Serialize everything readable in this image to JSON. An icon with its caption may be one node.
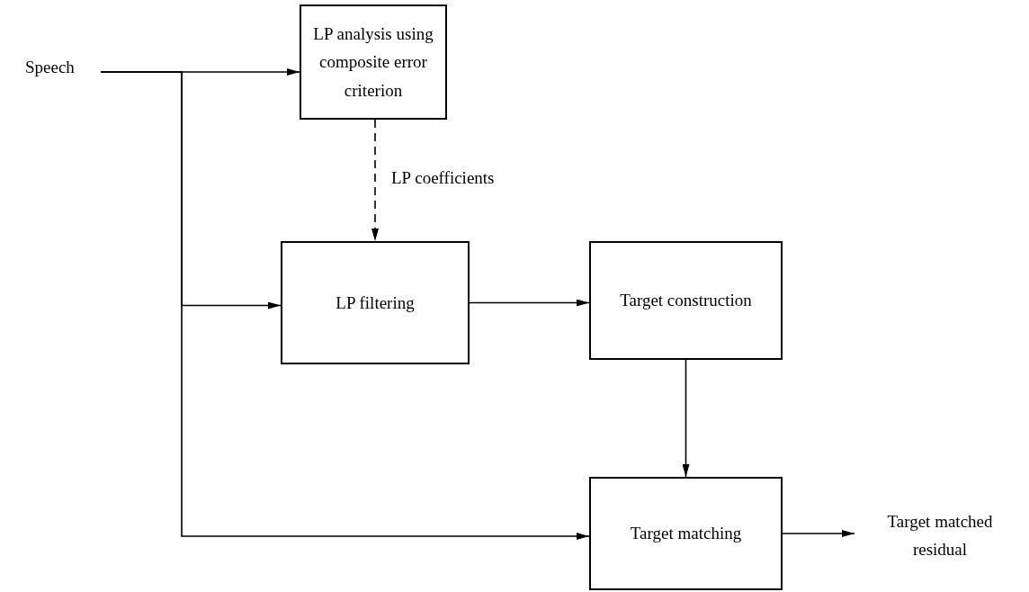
{
  "diagram": {
    "nodes": [
      {
        "text": [
          "Speech"
        ]
      },
      {
        "text": [
          "LP analysis using composite error criterion"
        ]
      },
      {
        "text": [
          "LP filtering"
        ]
      },
      {
        "text": [
          "Target construction"
        ]
      },
      {
        "text": [
          "Target matching"
        ]
      },
      {
        "text": [
          "Target matched residual"
        ]
      }
    ],
    "edges": [
      {
        "from": 0,
        "to": 1,
        "arrow": "to"
      },
      {
        "from": 0,
        "to": 2,
        "arrow": "to"
      },
      {
        "from": 0,
        "to": 4,
        "arrow": "to"
      },
      {
        "from": 1,
        "to": 2,
        "arrow": "to",
        "style": "dashed",
        "label": "LP coefficients"
      },
      {
        "from": 2,
        "to": 3,
        "arrow": "to"
      },
      {
        "from": 3,
        "to": 4,
        "arrow": "to"
      },
      {
        "from": 4,
        "to": 5,
        "arrow": "to"
      }
    ]
  }
}
